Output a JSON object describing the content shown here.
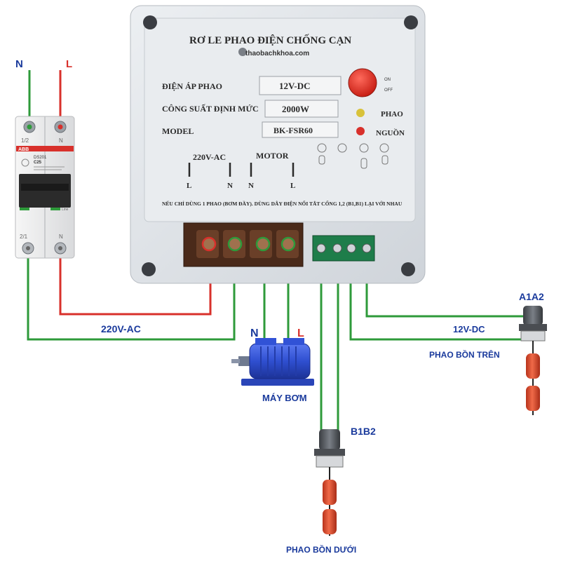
{
  "breaker": {
    "n_label": "N",
    "l_label": "L",
    "brand": "ABB",
    "model": "DS201",
    "rating": "C25",
    "term_top_left": "1/2",
    "term_top_right": "N",
    "term_bottom_left": "2/1",
    "term_bottom_right": "N",
    "toggle_text": "Line"
  },
  "relay": {
    "title": "RƠ LE PHAO ĐIỆN CHỐNG CẠN",
    "website": "thaobachkhoa.com",
    "rows": [
      {
        "label": "ĐIỆN ÁP PHAO",
        "value": "12V-DC"
      },
      {
        "label": "CÔNG SUẤT ĐỊNH MỨC",
        "value": "2000W"
      },
      {
        "label": "MODEL",
        "value": "BK-FSR60"
      }
    ],
    "button_on": "ON",
    "button_off": "OFF",
    "led_float_label": "PHAO",
    "led_power_label": "NGUỒN",
    "ac_label": "220V-AC",
    "motor_label": "MOTOR",
    "term_l1": "L",
    "term_n1": "N",
    "term_n2": "N",
    "term_l2": "L",
    "note": "NẾU CHỈ DÙNG 1 PHAO (BƠM ĐẦY). DÙNG DÂY ĐIỆN NỐI TẮT CỔNG 1,2 (B1,B1) LẠI VỚI NHAU"
  },
  "wiring": {
    "supply_label": "220V-AC",
    "motor_n": "N",
    "motor_l": "L",
    "pump_label": "MÁY BƠM",
    "float_supply_label": "12V-DC",
    "float_upper_code": "A1A2",
    "float_upper_label": "PHAO BỒN TRÊN",
    "float_lower_code": "B1B2",
    "float_lower_label": "PHAO BỒN DƯỚI"
  },
  "colors": {
    "neutral_wire": "#2e9a3a",
    "live_wire": "#d8302b",
    "label_blue": "#1a3a9c",
    "label_red": "#d8302b",
    "relay_body": "#dfe3e8",
    "motor_blue": "#2f4fd0",
    "float_orange": "#d9472b"
  }
}
